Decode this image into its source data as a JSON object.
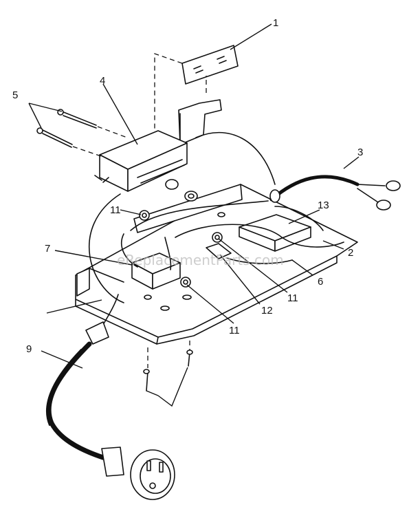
{
  "callouts": {
    "c1": "1",
    "c2": "2",
    "c3": "3",
    "c4": "4",
    "c5": "5",
    "c6": "6",
    "c7": "7",
    "c9": "9",
    "c11a": "11",
    "c11b": "11",
    "c11c": "11",
    "c12": "12",
    "c13": "13"
  },
  "watermark": "eReplacementParts.com"
}
